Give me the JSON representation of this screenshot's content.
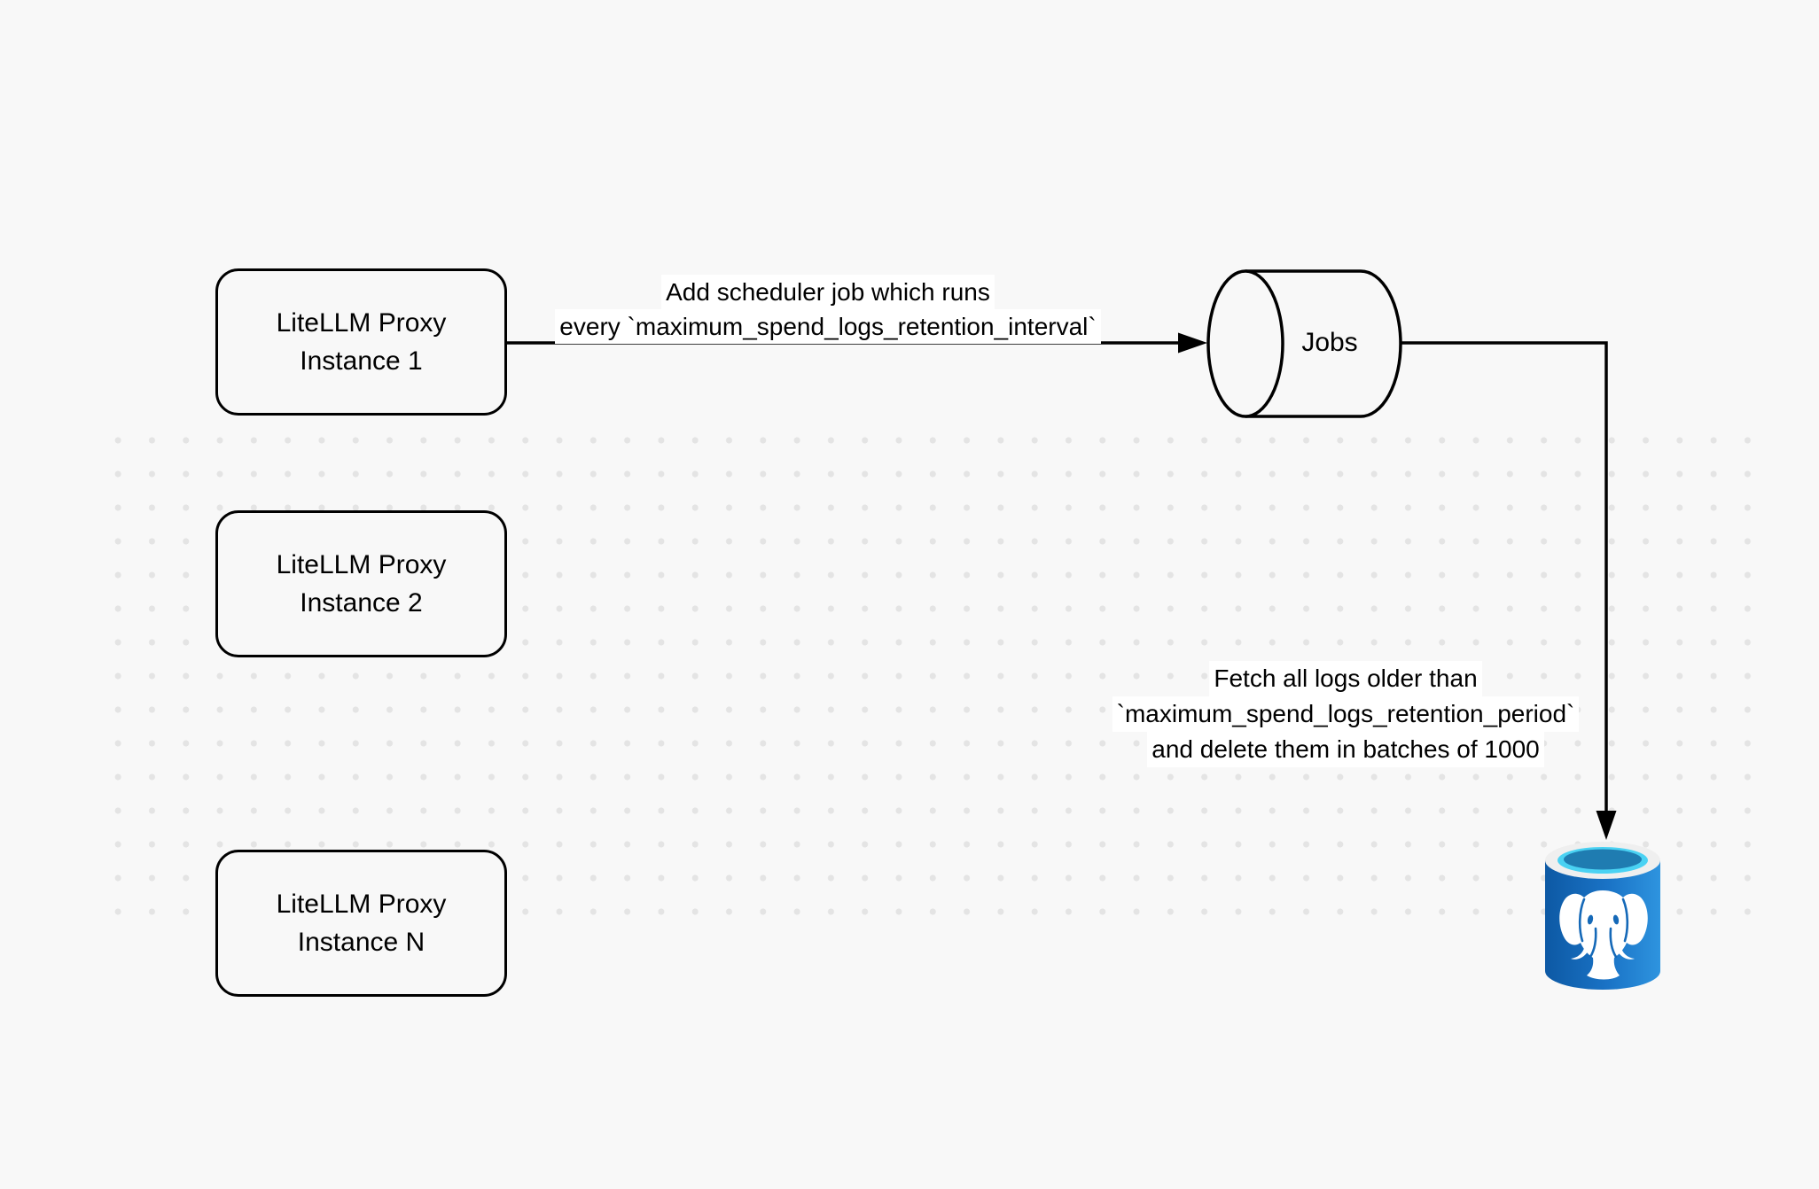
{
  "colors": {
    "canvas_bg": "#f8f8f8",
    "grid_dot": "#e4e4e4",
    "shape_stroke": "#000000",
    "label_bg": "#ffffff",
    "postgres_blue_dark": "#0d59a4",
    "postgres_blue_light": "#2e94df",
    "postgres_cyan": "#4ad2f3"
  },
  "nodes": {
    "proxy1": {
      "line1": "LiteLLM Proxy",
      "line2": "Instance 1"
    },
    "proxy2": {
      "line1": "LiteLLM Proxy",
      "line2": "Instance 2"
    },
    "proxyN": {
      "line1": "LiteLLM Proxy",
      "line2": "Instance N"
    },
    "jobs": {
      "label": "Jobs"
    },
    "postgres": {
      "icon": "postgresql-database-icon"
    }
  },
  "edges": {
    "scheduler": {
      "line1": "Add scheduler job which runs",
      "line2": "every `maximum_spend_logs_retention_interval`"
    },
    "cleanup": {
      "line1": "Fetch all logs older than",
      "line2": "`maximum_spend_logs_retention_period`",
      "line3": "and delete them in batches of 1000"
    }
  }
}
